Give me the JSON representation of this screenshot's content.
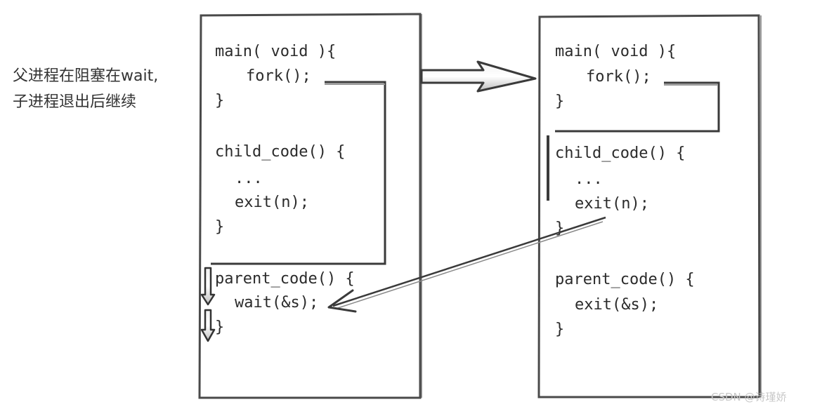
{
  "note": {
    "line1": "父进程在阻塞在wait,",
    "line2": "子进程退出后继续"
  },
  "parent_process": {
    "main_sig": "main( void ){",
    "fork_call": "fork();",
    "main_close": "}",
    "child_sig": "child_code() {",
    "child_dots": "...",
    "child_exit": "exit(n);",
    "child_close": "}",
    "parent_sig": "parent_code() {",
    "parent_wait": "wait(&s);",
    "parent_close": "}"
  },
  "child_process": {
    "main_sig": "main( void ){",
    "fork_call": "fork();",
    "main_close": "}",
    "child_sig": "child_code() {",
    "child_dots": "...",
    "child_exit": "exit(n);",
    "child_close": "}",
    "parent_sig": "parent_code() {",
    "parent_exit": "exit(&s);",
    "parent_close": "}"
  },
  "watermark": "CSDN @诗瑾娇",
  "colors": {
    "ink": "#2b2b2b",
    "frame": "#4a4a4a",
    "watermark": "#c8c8c8"
  }
}
